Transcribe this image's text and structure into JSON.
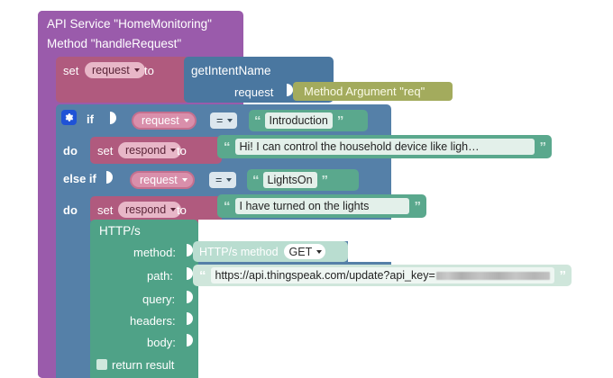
{
  "editor": {
    "background": "#ffffff",
    "colors": {
      "service_purple": "#9a5bab",
      "set_rose": "#b05a7e",
      "control_blue": "#5580a8",
      "call_blue": "#4a77a0",
      "argument_olive": "#a3ab5d",
      "text_green": "#5aa88d",
      "http_teal": "#4fa287",
      "mint": "#b9ddd0",
      "gear_blue": "#1f52d6"
    }
  },
  "service_block": {
    "title_line1": "API Service \"HomeMonitoring\"",
    "title_line2": "Method \"handleRequest\""
  },
  "set_request": {
    "set_label": "set",
    "variable": "request",
    "to_label": "to",
    "call_name": "getIntentName",
    "param_label": "request",
    "argument_block": "Method Argument \"req\""
  },
  "if_block": {
    "gear_icon": "gear-icon",
    "if_label": "if",
    "left_operand": "request",
    "operator": "=",
    "right_operand": "Introduction",
    "do_label": "do",
    "then_set_label": "set",
    "then_variable": "respond",
    "then_to_label": "to",
    "then_value": "Hi! I can control the household device like ligh…"
  },
  "else_if_block": {
    "else_if_label": "else if",
    "left_operand": "request",
    "operator": "=",
    "right_operand": "LightsOn",
    "do_label": "do",
    "then_set_label": "set",
    "then_variable": "respond",
    "then_to_label": "to",
    "then_value": "I have turned on the lights"
  },
  "http_block": {
    "title": "HTTP/s",
    "rows": [
      {
        "label": "method:",
        "value_prefix": "HTTP/s method",
        "value_dropdown": "GET"
      },
      {
        "label": "path:",
        "value": "https://api.thingspeak.com/update?api_key=",
        "redacted": true
      },
      {
        "label": "query:",
        "value": ""
      },
      {
        "label": "headers:",
        "value": ""
      },
      {
        "label": "body:",
        "value": ""
      }
    ],
    "return_result_label": "return result",
    "return_result_checked": false
  },
  "glyphs": {
    "quote_open": "“",
    "quote_close": "”"
  }
}
